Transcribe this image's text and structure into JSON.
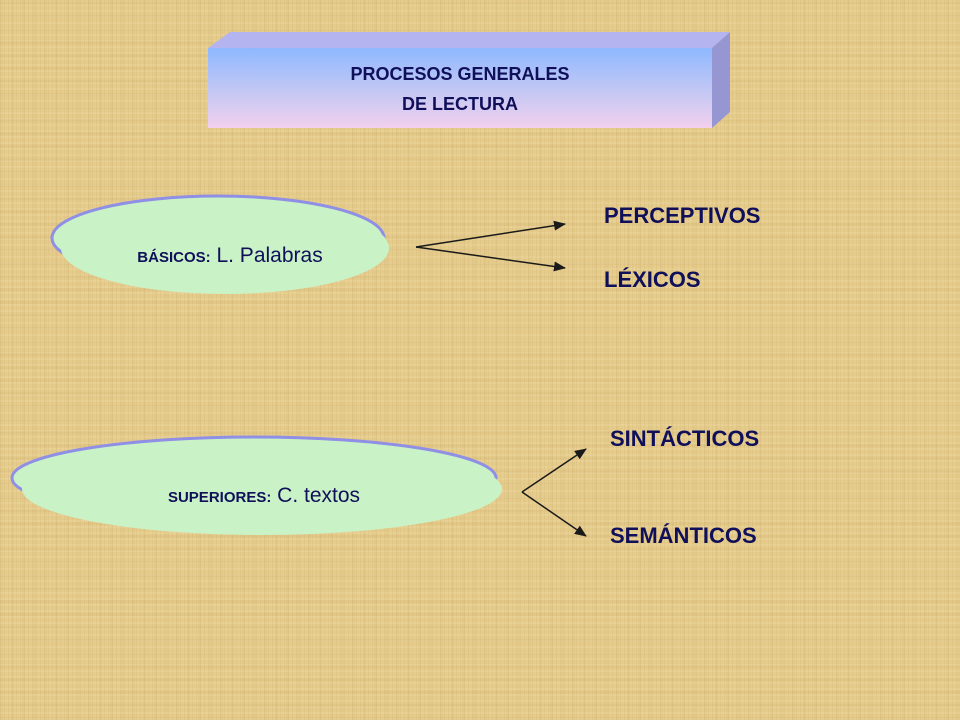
{
  "title_box": {
    "line1": "PROCESOS GENERALES",
    "line2": "DE LECTURA"
  },
  "basicos": {
    "prefix": "BÁSICOS:",
    "suffix": " L. Palabras",
    "branches": [
      "PERCEPTIVOS",
      "LÉXICOS"
    ]
  },
  "superiores": {
    "prefix": "SUPERIORES:",
    "suffix": " C. textos",
    "branches": [
      "SINTÁCTICOS",
      "SEMÁNTICOS"
    ]
  },
  "colors": {
    "box_top": "#b4b4f0",
    "box_front_start": "#8fb8ff",
    "box_front_end": "#f2d0ee",
    "box_side": "#9696d2",
    "oval_fill": "#c9f2c6",
    "oval_border": "#8f8fe6",
    "text_navy": "#10105a",
    "arrow": "#1a1a1a"
  }
}
